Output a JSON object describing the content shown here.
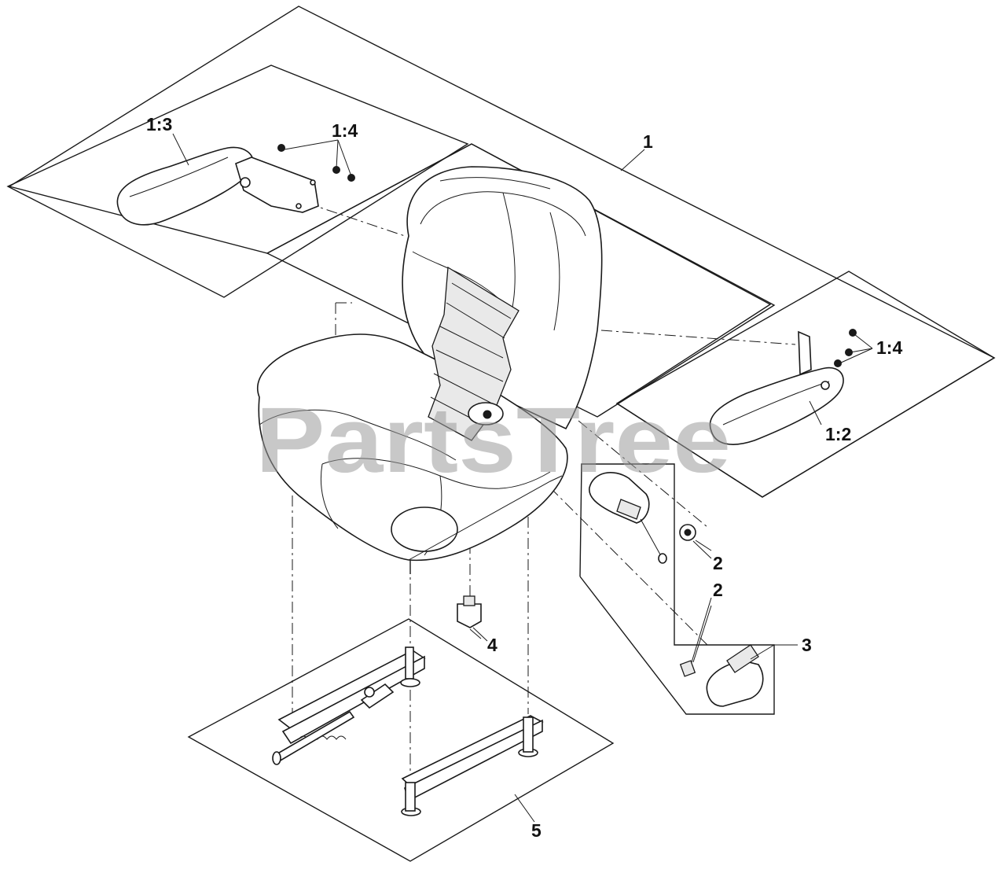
{
  "diagram": {
    "watermark": "PartsTree",
    "callouts": [
      {
        "id": "c-1",
        "text": "1"
      },
      {
        "id": "c-1-3",
        "text": "1:3"
      },
      {
        "id": "c-1-4-top",
        "text": "1:4"
      },
      {
        "id": "c-1-4-right",
        "text": "1:4"
      },
      {
        "id": "c-1-2",
        "text": "1:2"
      },
      {
        "id": "c-2-upper",
        "text": "2"
      },
      {
        "id": "c-2-lower",
        "text": "2"
      },
      {
        "id": "c-3",
        "text": "3"
      },
      {
        "id": "c-4",
        "text": "4"
      },
      {
        "id": "c-5",
        "text": "5"
      }
    ]
  }
}
